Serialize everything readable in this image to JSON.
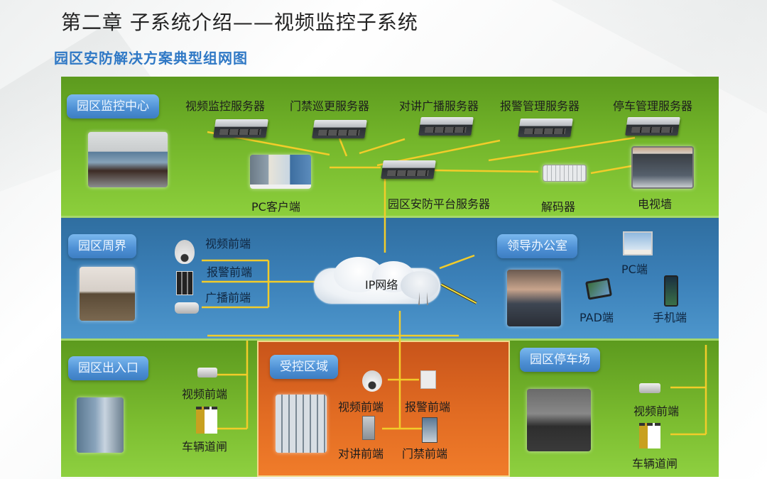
{
  "header": {
    "title": "第二章 子系统介绍——视频监控子系统",
    "subtitle": "园区安防解决方案典型组网图"
  },
  "colors": {
    "title_text": "#222222",
    "subtitle_text": "#2f78c5",
    "zone_green": "#73b52a",
    "zone_blue": "#3b80b8",
    "zone_orange": "#e06a22",
    "label_blue": "#4d8fd4",
    "connector_yellow": "#f2cc2a"
  },
  "zones": {
    "monitoring_center": {
      "label": "园区监控中心",
      "servers": [
        {
          "label": "视频监控服务器"
        },
        {
          "label": "门禁巡更服务器"
        },
        {
          "label": "对讲广播服务器"
        },
        {
          "label": "报警管理服务器"
        },
        {
          "label": "停车管理服务器"
        }
      ],
      "pc_client": "PC客户端",
      "platform_server": "园区安防平台服务器",
      "decoder": "解码器",
      "tv_wall": "电视墙"
    },
    "perimeter": {
      "label": "园区周界",
      "devices": [
        {
          "label": "视频前端"
        },
        {
          "label": "报警前端"
        },
        {
          "label": "广播前端"
        }
      ]
    },
    "network": {
      "label": "IP网络"
    },
    "leader_office": {
      "label": "领导办公室",
      "devices": [
        {
          "label": "PC端"
        },
        {
          "label": "PAD端"
        },
        {
          "label": "手机端"
        }
      ]
    },
    "entrance": {
      "label": "园区出入口",
      "devices": [
        {
          "label": "视频前端"
        },
        {
          "label": "车辆道闸"
        }
      ]
    },
    "controlled_area": {
      "label": "受控区域",
      "devices": [
        {
          "label": "视频前端"
        },
        {
          "label": "报警前端"
        },
        {
          "label": "对讲前端"
        },
        {
          "label": "门禁前端"
        }
      ]
    },
    "parking": {
      "label": "园区停车场",
      "devices": [
        {
          "label": "视频前端"
        },
        {
          "label": "车辆道闸"
        }
      ]
    }
  }
}
